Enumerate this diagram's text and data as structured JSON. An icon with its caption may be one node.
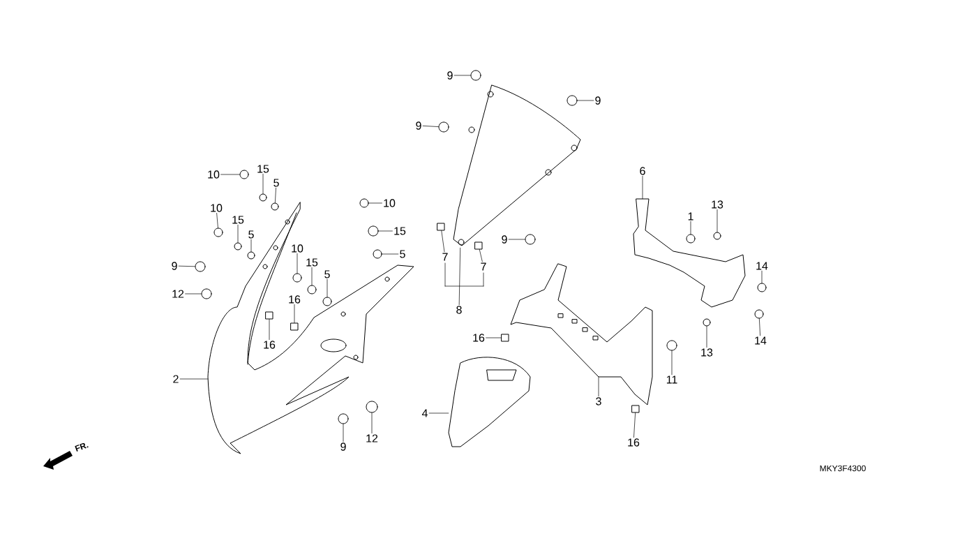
{
  "diagram": {
    "nodes": [
      {
        "text": [
          "10"
        ]
      },
      {
        "text": [
          "15"
        ]
      },
      {
        "text": [
          "5"
        ]
      },
      {
        "text": [
          "10"
        ]
      },
      {
        "text": [
          "15"
        ]
      },
      {
        "text": [
          "5"
        ]
      },
      {
        "text": [
          "9"
        ]
      },
      {
        "text": [
          "12"
        ]
      },
      {
        "text": [
          "2"
        ]
      },
      {
        "text": [
          "10"
        ]
      },
      {
        "text": [
          "15"
        ]
      },
      {
        "text": [
          "5"
        ]
      },
      {
        "text": [
          "10"
        ]
      },
      {
        "text": [
          "15"
        ]
      },
      {
        "text": [
          "5"
        ]
      },
      {
        "text": [
          "16"
        ]
      },
      {
        "text": [
          "16"
        ]
      },
      {
        "text": [
          "9"
        ]
      },
      {
        "text": [
          "12"
        ]
      },
      {
        "text": [
          "9"
        ]
      },
      {
        "text": [
          "9"
        ]
      },
      {
        "text": [
          "9"
        ]
      },
      {
        "text": [
          "9"
        ]
      },
      {
        "text": [
          "7"
        ]
      },
      {
        "text": [
          "7"
        ]
      },
      {
        "text": [
          "8"
        ]
      },
      {
        "text": [
          "6"
        ]
      },
      {
        "text": [
          "1"
        ]
      },
      {
        "text": [
          "13"
        ]
      },
      {
        "text": [
          "14"
        ]
      },
      {
        "text": [
          "14"
        ]
      },
      {
        "text": [
          "13"
        ]
      },
      {
        "text": [
          "16"
        ]
      },
      {
        "text": [
          "11"
        ]
      },
      {
        "text": [
          "3"
        ]
      },
      {
        "text": [
          "16"
        ]
      },
      {
        "text": [
          "4"
        ]
      },
      {
        "text": [],
        "shape": "circle"
      },
      {
        "text": [],
        "shape": "circle"
      },
      {
        "text": [],
        "shape": "circle"
      },
      {
        "text": [],
        "shape": "circle"
      },
      {
        "text": [],
        "shape": "circle"
      },
      {
        "text": [],
        "shape": "circle"
      },
      {
        "text": [],
        "shape": "circle"
      },
      {
        "text": [],
        "shape": "circle"
      },
      {
        "text": [],
        "shape": "picture"
      },
      {
        "text": [],
        "shape": "circle"
      },
      {
        "text": [],
        "shape": "circle"
      },
      {
        "text": [],
        "shape": "circle"
      },
      {
        "text": [],
        "shape": "circle"
      },
      {
        "text": [],
        "shape": "circle"
      },
      {
        "text": [],
        "shape": "circle"
      },
      {
        "text": [],
        "shape": "box"
      },
      {
        "text": [],
        "shape": "box"
      },
      {
        "text": [],
        "shape": "circle"
      },
      {
        "text": [],
        "shape": "circle"
      },
      {
        "text": [],
        "shape": "circle"
      },
      {
        "text": [],
        "shape": "circle"
      },
      {
        "text": [],
        "shape": "circle"
      },
      {
        "text": [],
        "shape": "circle"
      },
      {
        "text": [],
        "shape": "box"
      },
      {
        "text": [],
        "shape": "box"
      },
      {
        "text": [],
        "shape": "picture"
      },
      {
        "text": [],
        "shape": "picture"
      },
      {
        "text": [],
        "shape": "circle"
      },
      {
        "text": [],
        "shape": "circle"
      },
      {
        "text": [],
        "shape": "circle"
      },
      {
        "text": [],
        "shape": "circle"
      },
      {
        "text": [],
        "shape": "circle"
      },
      {
        "text": [],
        "shape": "box"
      },
      {
        "text": [],
        "shape": "circle"
      },
      {
        "text": [],
        "shape": "picture"
      },
      {
        "text": [],
        "shape": "box"
      },
      {
        "text": [],
        "shape": "picture"
      }
    ],
    "edges": [
      {
        "from": 0,
        "to": 37,
        "arrow": "none"
      },
      {
        "from": 1,
        "to": 38,
        "arrow": "none"
      },
      {
        "from": 2,
        "to": 39,
        "arrow": "none"
      },
      {
        "from": 3,
        "to": 40,
        "arrow": "none"
      },
      {
        "from": 4,
        "to": 41,
        "arrow": "none"
      },
      {
        "from": 5,
        "to": 42,
        "arrow": "none"
      },
      {
        "from": 6,
        "to": 43,
        "arrow": "none"
      },
      {
        "from": 7,
        "to": 44,
        "arrow": "none"
      },
      {
        "from": 8,
        "to": 45,
        "arrow": "none"
      },
      {
        "from": 9,
        "to": 46,
        "arrow": "none"
      },
      {
        "from": 10,
        "to": 47,
        "arrow": "none"
      },
      {
        "from": 11,
        "to": 48,
        "arrow": "none"
      },
      {
        "from": 12,
        "to": 49,
        "arrow": "none"
      },
      {
        "from": 13,
        "to": 50,
        "arrow": "none"
      },
      {
        "from": 14,
        "to": 51,
        "arrow": "none"
      },
      {
        "from": 15,
        "to": 52,
        "arrow": "none"
      },
      {
        "from": 16,
        "to": 53,
        "arrow": "none"
      },
      {
        "from": 17,
        "to": 54,
        "arrow": "none"
      },
      {
        "from": 18,
        "to": 55,
        "arrow": "none"
      },
      {
        "from": 19,
        "to": 56,
        "arrow": "none"
      },
      {
        "from": 20,
        "to": 57,
        "arrow": "none"
      },
      {
        "from": 21,
        "to": 58,
        "arrow": "none"
      },
      {
        "from": 22,
        "to": 59,
        "arrow": "none"
      },
      {
        "from": 23,
        "to": 60,
        "arrow": "none"
      },
      {
        "from": 24,
        "to": 61,
        "arrow": "none"
      },
      {
        "from": 25,
        "to": 62,
        "arrow": "none"
      },
      {
        "from": 26,
        "to": 63,
        "arrow": "none"
      },
      {
        "from": 27,
        "to": 64,
        "arrow": "none"
      },
      {
        "from": 28,
        "to": 65,
        "arrow": "none"
      },
      {
        "from": 29,
        "to": 66,
        "arrow": "none"
      },
      {
        "from": 30,
        "to": 67,
        "arrow": "none"
      },
      {
        "from": 31,
        "to": 68,
        "arrow": "none"
      },
      {
        "from": 32,
        "to": 69,
        "arrow": "none"
      },
      {
        "from": 33,
        "to": 70,
        "arrow": "none"
      },
      {
        "from": 34,
        "to": 71,
        "arrow": "none"
      },
      {
        "from": 35,
        "to": 72,
        "arrow": "none"
      },
      {
        "from": 36,
        "to": 73,
        "arrow": "none"
      }
    ],
    "labels": [
      "FR.",
      "MKY3F4300"
    ]
  }
}
